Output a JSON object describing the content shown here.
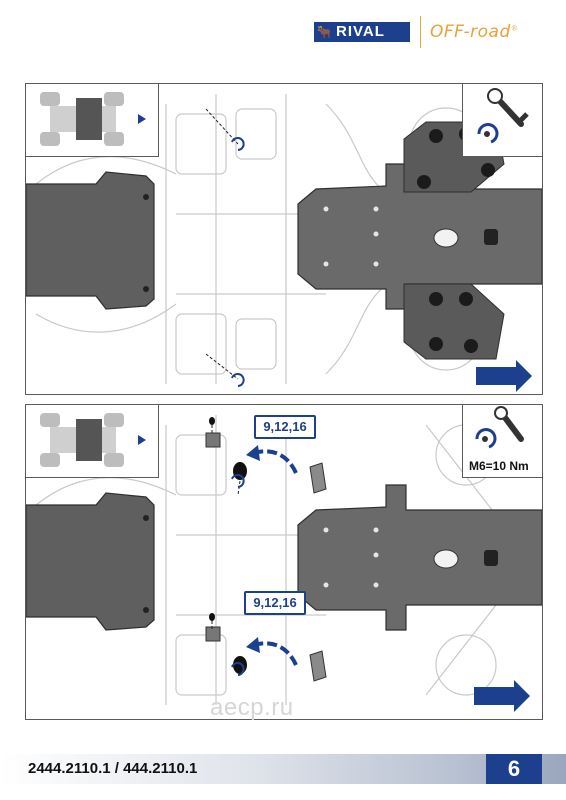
{
  "header": {
    "brand": "RIVAL",
    "tagline": "OFF-road",
    "tagline_mark": "®"
  },
  "step_top": {
    "arrow": "right-arrow-icon"
  },
  "step_bottom": {
    "callout_upper": "9,12,16",
    "callout_lower": "9,12,16",
    "torque": "M6=10 Nm"
  },
  "footer": {
    "part_number": "2444.2110.1 / 444.2110.1",
    "page_number": "6"
  },
  "watermark": "aecp.ru",
  "colors": {
    "brand_blue": "#1c3f8e",
    "offroad_orange": "#e8a23a",
    "plate_gray": "#5f5f5f"
  }
}
